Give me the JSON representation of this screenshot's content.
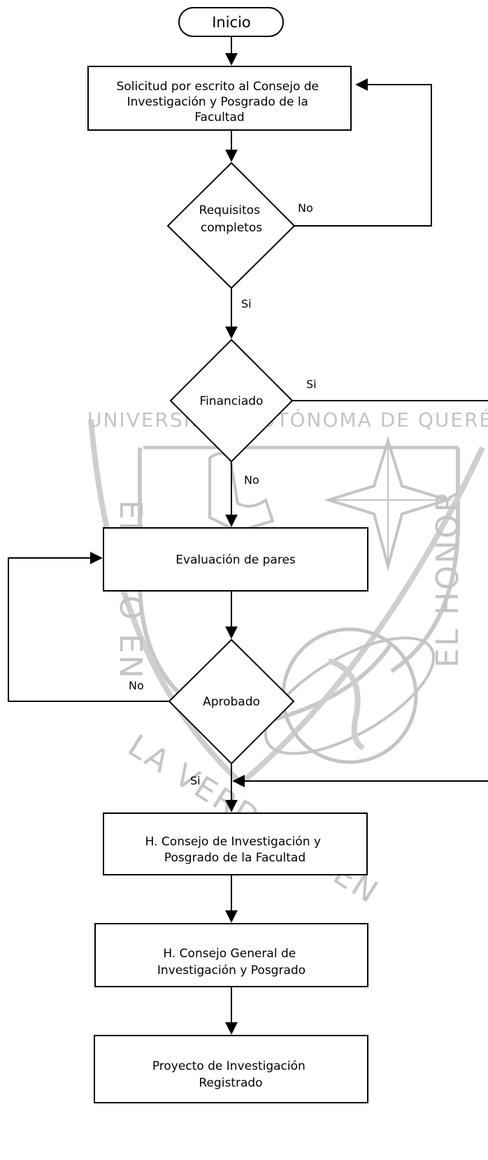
{
  "diagram": {
    "start": {
      "label": "Inicio"
    },
    "steps": {
      "solicitud": [
        "Solicitud por escrito al Consejo  de",
        "Investigación y Posgrado de la",
        "Facultad"
      ],
      "evaluacion": [
        "Evaluación de pares"
      ],
      "consejo_facultad": [
        "H. Consejo de Investigación y",
        "Posgrado de la Facultad"
      ],
      "consejo_general": [
        "H. Consejo General de",
        "Investigación y Posgrado"
      ],
      "registrado": [
        "Proyecto de Investigación",
        "Registrado"
      ]
    },
    "decisions": {
      "requisitos": [
        "Requisitos",
        "completos"
      ],
      "financiado": [
        "Financiado"
      ],
      "aprobado": [
        "Aprobado"
      ]
    },
    "edge_labels": {
      "requisitos_no": "No",
      "requisitos_si": "Si",
      "financiado_si": "Si",
      "financiado_no": "No",
      "aprobado_no": "No",
      "aprobado_si": "Si"
    }
  },
  "watermark": {
    "university": "UNIVERSIDAD AUTÓNOMA DE QUERÉTARO",
    "left": "EDUCO EN",
    "right": "EL HONOR",
    "bottom": "LA VERDAD Y EN",
    "color": "#c4c4c4"
  }
}
